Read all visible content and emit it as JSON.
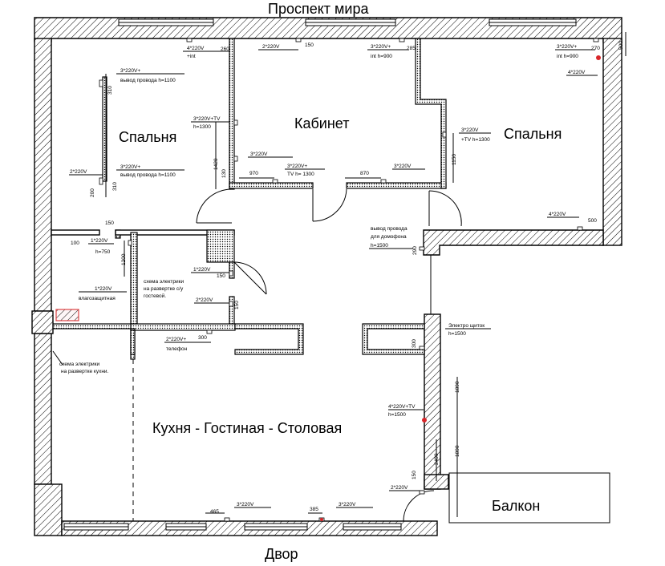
{
  "streets": {
    "top": "Проспект мира",
    "bottom": "Двор"
  },
  "rooms": {
    "bedroom_left": "Спальня",
    "office": "Кабинет",
    "bedroom_right": "Спальня",
    "kitchen_living": "Кухня - Гостиная - Столовая",
    "balcony": "Балкон"
  },
  "notes": {
    "n1": "3*220V+",
    "n1b": "вывод провода h=1100",
    "n2": "2*220V",
    "n3": "3*220V+",
    "n3b": "вывод провода h=1100",
    "n4": "4*220V",
    "n4b": "+int",
    "n5": "3*220V+TV",
    "n5b": "h=1300",
    "n6": "2*220V",
    "n7": "3*220V",
    "n8": "3*220V+",
    "n8b": "TV h= 1300",
    "n9": "3*220V",
    "n10": "3*220V+",
    "n10b": "int h=900",
    "n11": "3*220V",
    "n11b": "+TV h=1300",
    "n12": "3*220V+",
    "n12b": "int h=900",
    "n13": "4*220V",
    "n14": "4*220V",
    "n15": "1*220V",
    "n15b": "h=750",
    "n16": "1*220V",
    "n16b": "влагозащитная",
    "n17": "схема электрики",
    "n17b": "на развертке с/у",
    "n17c": "гостевой.",
    "n18": "1*220V",
    "n19": "2*220V",
    "n20": "2*220V+",
    "n20b": "телефон",
    "n21": "схема электрики",
    "n21b": "на развертке кухни.",
    "n22": "вывод провода",
    "n22b": "для домофона",
    "n22c": "h=1500",
    "n23": "Электро щиток",
    "n23b": "h=1500",
    "n24": "4*220V+TV",
    "n24b": "h=1500",
    "n25": "2*220V",
    "n26": "3*220V",
    "n27": "3*220V"
  },
  "dims": {
    "d260": "260",
    "d150a": "150",
    "d285": "285",
    "d270": "270",
    "d500a": "500",
    "d310": "310",
    "d200": "200",
    "d310b": "310",
    "d1420": "1420",
    "d130": "130",
    "d970": "970",
    "d870": "870",
    "d1150": "1150",
    "d500b": "500",
    "d150b": "150",
    "d100": "100",
    "d1200": "1200",
    "d150c": "150",
    "d150d": "150",
    "d300a": "300",
    "d290": "290",
    "d300b": "300",
    "d1890a": "1890",
    "d1890b": "1890",
    "d2490": "2490",
    "d150e": "150",
    "d465": "465",
    "d385": "385"
  },
  "colors": {
    "wall_fill": "#ffffff",
    "hatch": "#000000",
    "heater": "#d9262a"
  }
}
